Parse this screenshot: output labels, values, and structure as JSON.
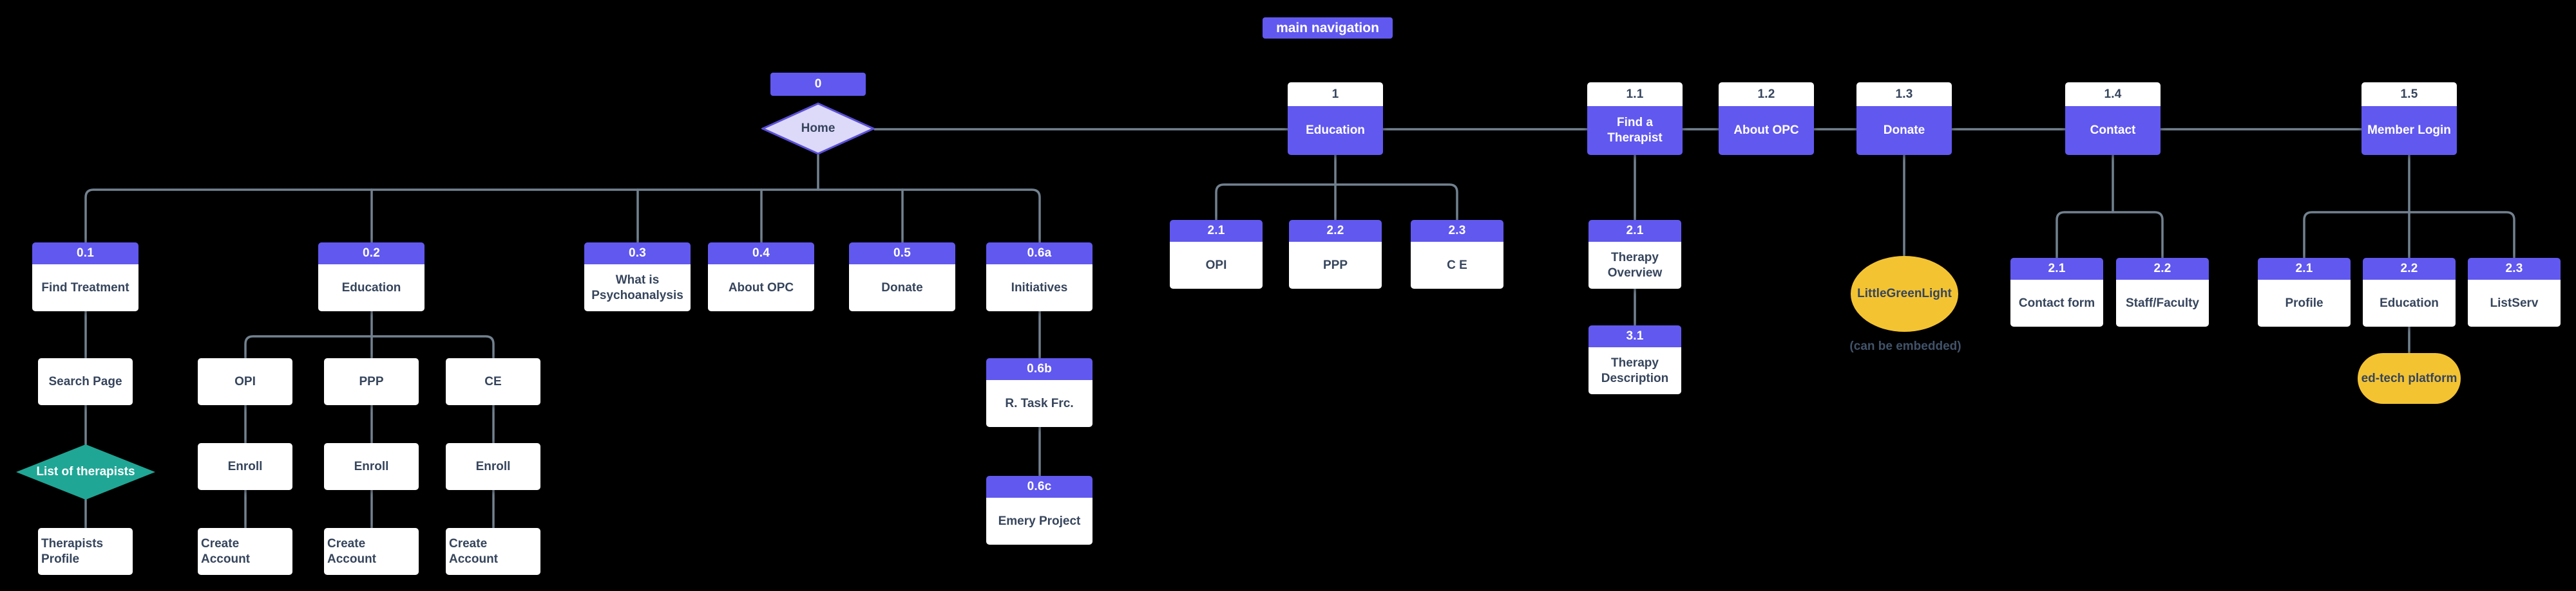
{
  "colors": {
    "background": "#000000",
    "node_purple": "#6158ef",
    "node_white": "#ffffff",
    "dark_text": "#36455c",
    "connector_gray": "#72818f",
    "diamond_fill": "#ddd9f9",
    "diamond_border": "#5b50d8",
    "teal": "#1fa695",
    "yellow": "#f3c332"
  },
  "badge": {
    "label": "main navigation"
  },
  "nodes": {
    "root": {
      "num": "0",
      "label": "Home"
    },
    "education": {
      "num": "1",
      "label": "Education"
    },
    "find_a_therapist": {
      "num": "1.1",
      "label": "Find a Therapist"
    },
    "about_opc_top": {
      "num": "1.2",
      "label": "About OPC"
    },
    "donate_top": {
      "num": "1.3",
      "label": "Donate"
    },
    "contact": {
      "num": "1.4",
      "label": "Contact"
    },
    "member_login": {
      "num": "1.5",
      "label": "Member Login"
    },
    "find_treatment": {
      "num": "0.1",
      "label": "Find Treatment"
    },
    "education_home": {
      "num": "0.2",
      "label": "Education"
    },
    "what_is_psychoanalysis": {
      "num": "0.3",
      "label": "What is Psychoanalysis"
    },
    "about_opc_home": {
      "num": "0.4",
      "label": "About OPC"
    },
    "donate_home": {
      "num": "0.5",
      "label": "Donate"
    },
    "initiatives": {
      "num": "0.6a",
      "label": "Initiatives"
    },
    "r_task_frc": {
      "num": "0.6b",
      "label": "R. Task Frc."
    },
    "emery_project": {
      "num": "0.6c",
      "label": "Emery Project"
    },
    "edu_opi": {
      "num": "2.1",
      "label": "OPI"
    },
    "edu_ppp": {
      "num": "2.2",
      "label": "PPP"
    },
    "edu_ce": {
      "num": "2.3",
      "label": "C E"
    },
    "therapy_overview": {
      "num": "2.1",
      "label": "Therapy Overview"
    },
    "therapy_description": {
      "num": "3.1",
      "label": "Therapy Description"
    },
    "contact_form": {
      "num": "2.1",
      "label": "Contact form"
    },
    "staff_faculty": {
      "num": "2.2",
      "label": "Staff/Faculty"
    },
    "member_profile": {
      "num": "2.1",
      "label": "Profile"
    },
    "member_education": {
      "num": "2.2",
      "label": "Education"
    },
    "member_listserv": {
      "num": "2.3",
      "label": "ListServ"
    }
  },
  "plain": {
    "search_page": "Search Page",
    "list_of_therapists": "List of therapists",
    "therapists_profile": "Therapists Profile",
    "opi": "OPI",
    "ppp": "PPP",
    "ce": "CE",
    "enroll": "Enroll",
    "create_account": "Create Account"
  },
  "shapes": {
    "little_green_light": "LittleGreenLight",
    "lgl_caption": "(can be embedded)",
    "ed_tech_platform": "ed-tech platform"
  }
}
